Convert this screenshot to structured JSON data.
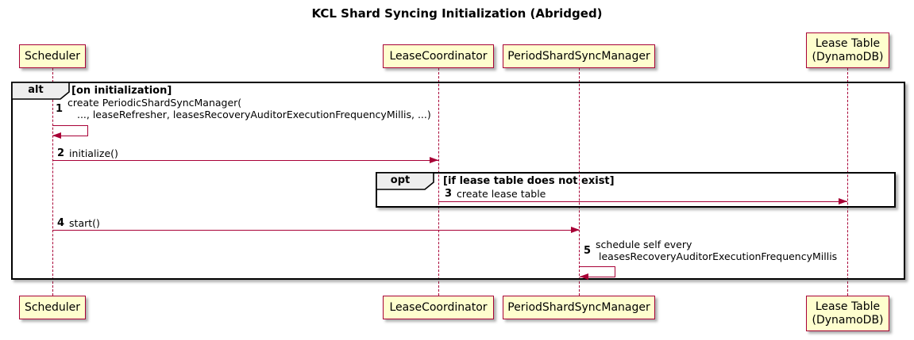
{
  "title": "KCL Shard Syncing Initialization (Abridged)",
  "colors": {
    "participant_fill": "#FEFECE",
    "participant_border": "#A80036",
    "lifeline": "#A80036",
    "arrow": "#A80036",
    "frame_border": "#000000",
    "operator_fill": "#EEEEEE"
  },
  "participants": [
    {
      "name": "Scheduler"
    },
    {
      "name": "LeaseCoordinator"
    },
    {
      "name": "PeriodShardSyncManager"
    },
    {
      "name": "Lease Table\n(DynamoDB)"
    }
  ],
  "frames": {
    "alt": {
      "operator": "alt",
      "guard": "[on initialization]"
    },
    "opt": {
      "operator": "opt",
      "guard": "[if lease table does not exist]"
    }
  },
  "messages": [
    {
      "num": "1",
      "text": "create PeriodicShardSyncManager(\n   ..., leaseRefresher, leasesRecoveryAuditorExecutionFrequencyMillis, ...)"
    },
    {
      "num": "2",
      "text": "initialize()"
    },
    {
      "num": "3",
      "text": "create lease table"
    },
    {
      "num": "4",
      "text": "start()"
    },
    {
      "num": "5",
      "text": "schedule self every\n leasesRecoveryAuditorExecutionFrequencyMillis"
    }
  ]
}
